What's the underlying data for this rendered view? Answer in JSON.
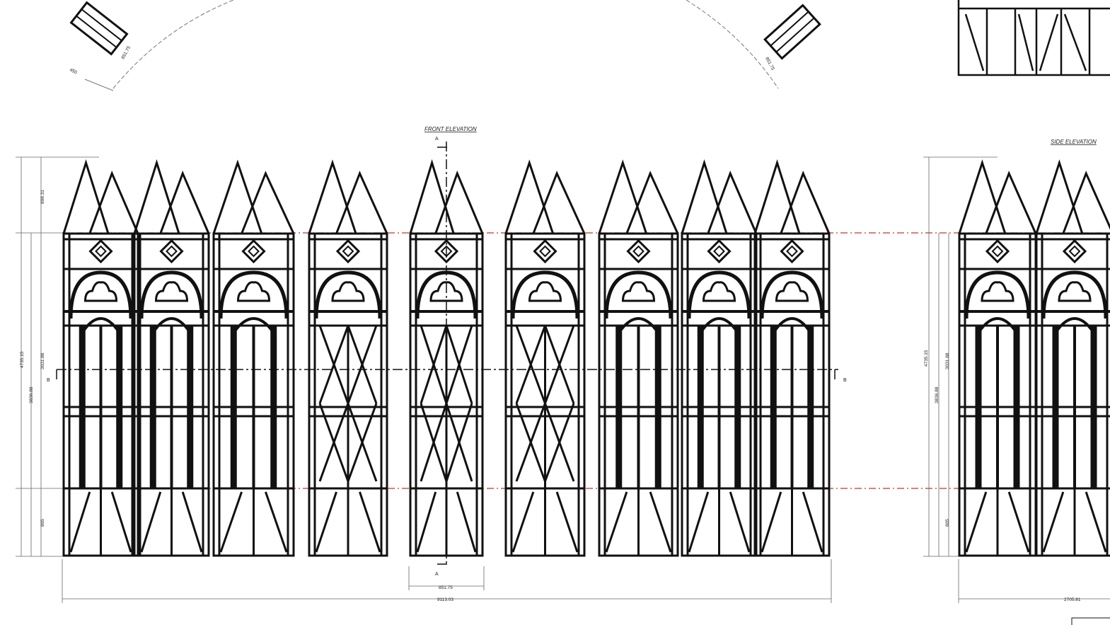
{
  "titles": {
    "front": "FRONT ELEVATION",
    "side": "SIDE ELEVATION"
  },
  "section_marks": {
    "a": "A",
    "b": "B"
  },
  "dimensions": {
    "overall_height": "4735.15",
    "panel_height": "3031.88",
    "upper_height": "3836.88",
    "roof_height": "898.31",
    "base_height": "805",
    "panel_width": "851.75",
    "total_width": "9113.03",
    "side_width": "2705.81",
    "top_small": "450",
    "top_diag": "851.75"
  },
  "colors": {
    "structure": "#111111",
    "centerline": "#c0392b",
    "dimension": "#555555"
  }
}
